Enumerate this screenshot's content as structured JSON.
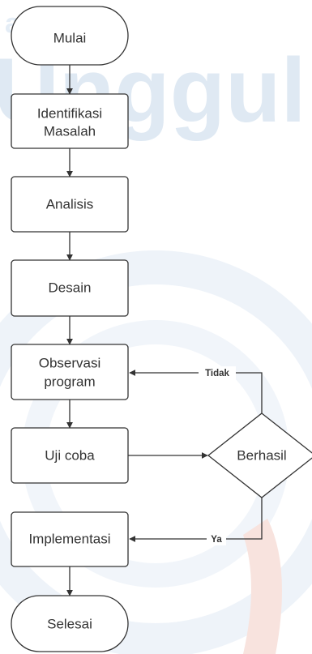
{
  "watermark": {
    "small_text": "as",
    "big_text": "Unggul",
    "color_main": "#dfe9f3",
    "color_accent": "#f6dcd6"
  },
  "colors": {
    "node_fill": "#ffffff",
    "node_stroke": "#333333",
    "edge_stroke": "#333333",
    "text": "#333333"
  },
  "nodes": {
    "start": "Mulai",
    "identify": [
      "Identifikasi",
      "Masalah"
    ],
    "analysis": "Analisis",
    "design": "Desain",
    "observe": [
      "Observasi",
      "program"
    ],
    "test": "Uji coba",
    "decision": "Berhasil",
    "implement": "Implementasi",
    "end": "Selesai"
  },
  "edges": {
    "no_label": "Tidak",
    "yes_label": "Ya"
  }
}
